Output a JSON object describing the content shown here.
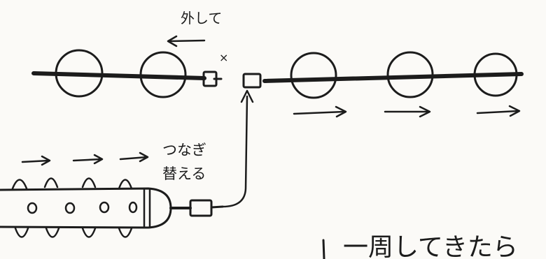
{
  "labels": {
    "detach": "外して",
    "cross_mark": "×",
    "reconnect_line1": "つなぎ",
    "reconnect_line2": "替える",
    "lap_text": "一周してきたら"
  },
  "colors": {
    "ink": "#1c1c1c",
    "paper": "#fbfaf7",
    "bead_fill": "#ffffff"
  }
}
